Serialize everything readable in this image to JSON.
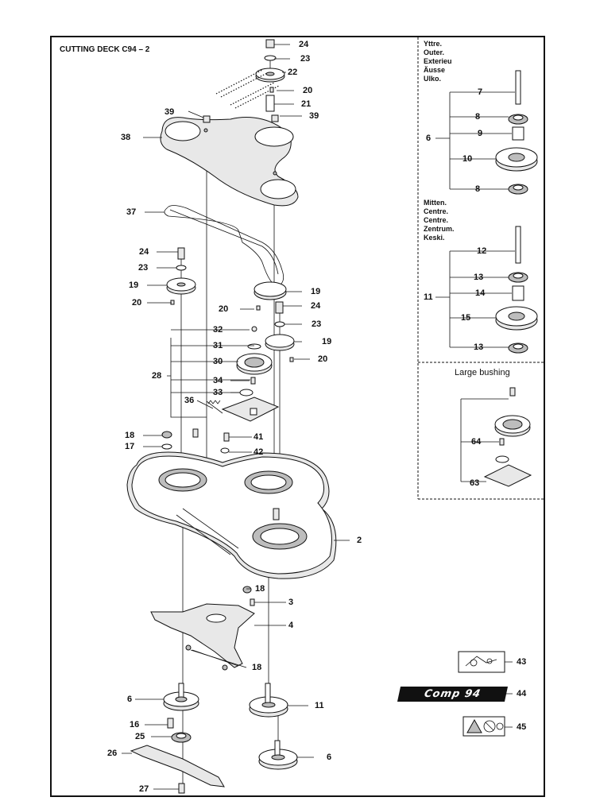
{
  "title": "CUTTING DECK C94 – 2",
  "outer_lines": [
    "Yttre.",
    "Outer.",
    "Exterieu",
    "Äusse",
    "Ulko."
  ],
  "center_lines": [
    "Mitten.",
    "Centre.",
    "Centre.",
    "Zentrum.",
    "Keski."
  ],
  "large_bushing": "Large bushing",
  "decal_text": "Comp 94",
  "callouts": {
    "c24a": "24",
    "c23a": "23",
    "c22": "22",
    "c20a": "20",
    "c21": "21",
    "c39a": "39",
    "c39b": "39",
    "c38": "38",
    "c37": "37",
    "c24b": "24",
    "c23b": "23",
    "c19a": "19",
    "c20b": "20",
    "c19b": "19",
    "c20c": "20",
    "c24c": "24",
    "c23c": "23",
    "c19c": "19",
    "c32": "32",
    "c31": "31",
    "c30": "30",
    "c20d": "20",
    "c28": "28",
    "c34": "34",
    "c33": "33",
    "c36": "36",
    "c18a": "18",
    "c17": "17",
    "c41": "41",
    "c42": "42",
    "c2": "2",
    "c18b": "18",
    "c3": "3",
    "c4": "4",
    "c18c": "18",
    "c6a": "6",
    "c11a": "11",
    "c16": "16",
    "c25": "25",
    "c26": "26",
    "c6b": "6",
    "c27": "27",
    "c43": "43",
    "c44": "44",
    "c45": "45",
    "c7": "7",
    "c8a": "8",
    "c9": "9",
    "c6c": "6",
    "c10": "10",
    "c8b": "8",
    "c12": "12",
    "c13a": "13",
    "c14": "14",
    "c11b": "11",
    "c15": "15",
    "c13b": "13",
    "c64": "64",
    "c63": "63"
  }
}
